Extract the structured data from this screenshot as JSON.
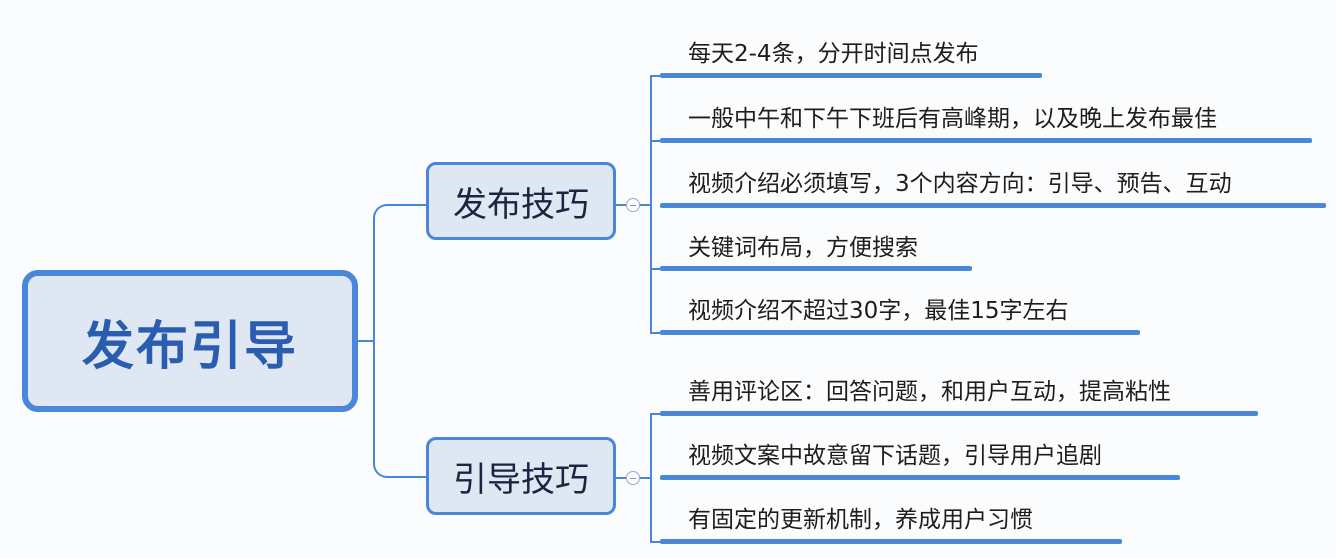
{
  "root": {
    "label": "发布引导"
  },
  "branches": [
    {
      "label": "发布技巧",
      "leaves": [
        {
          "text": "每天2-4条，分开时间点发布"
        },
        {
          "text": "一般中午和下午下班后有高峰期，以及晚上发布最佳"
        },
        {
          "text": "视频介绍必须填写，3个内容方向：引导、预告、互动"
        },
        {
          "text": "关键词布局，方便搜索"
        },
        {
          "text": "视频介绍不超过30字，最佳15字左右"
        }
      ]
    },
    {
      "label": "引导技巧",
      "leaves": [
        {
          "text": "善用评论区：回答问题，和用户互动，提高粘性"
        },
        {
          "text": "视频文案中故意留下话题，引导用户追剧"
        },
        {
          "text": "有固定的更新机制，养成用户习惯"
        }
      ]
    }
  ],
  "colors": {
    "accent": "#4a86d9",
    "root_fill": "#dfe7f3",
    "root_text": "#2a5db0",
    "branch_text": "#1b2440"
  },
  "icons": {
    "collapse": "minus-circle-icon"
  }
}
